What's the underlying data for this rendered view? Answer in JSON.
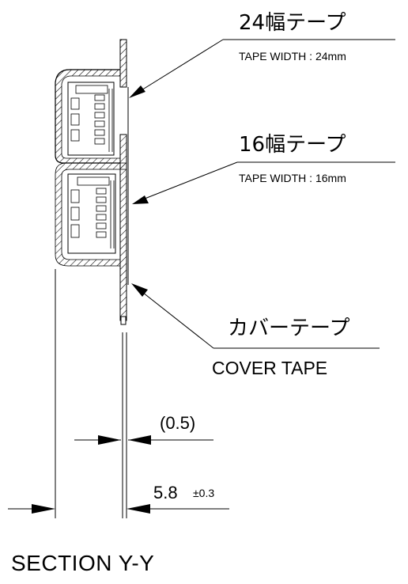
{
  "labels": {
    "tape24_jp": "24幅テープ",
    "tape24_en": "TAPE WIDTH : 24mm",
    "tape16_jp": "16幅テープ",
    "tape16_en": "TAPE WIDTH : 16mm",
    "cover_jp": "カバーテープ",
    "cover_en": "COVER TAPE"
  },
  "dimensions": {
    "gap_value": "(0.5)",
    "total_value": "5.8",
    "total_tolerance": "±0.3"
  },
  "section_title": "SECTION Y-Y",
  "colors": {
    "line": "#000000",
    "background": "#ffffff"
  }
}
